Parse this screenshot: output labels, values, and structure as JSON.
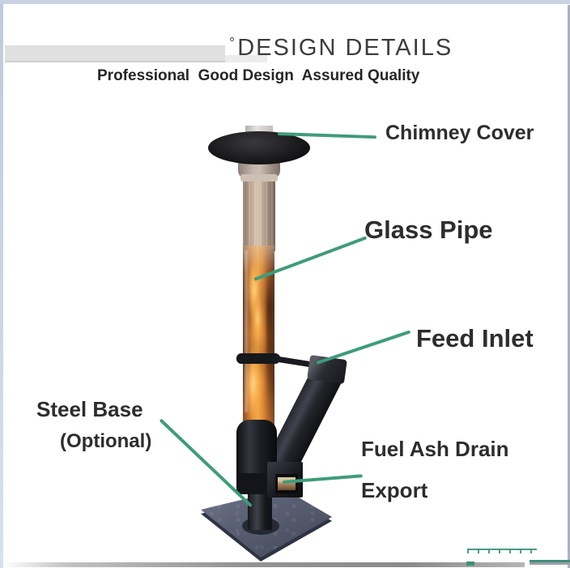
{
  "header": {
    "degree_mark": "°",
    "title": "DESIGN DETAILS",
    "subtitle": "Professional  Good Design  Assured Quality"
  },
  "annotations": {
    "chimney_cover": "Chimney Cover",
    "glass_pipe": "Glass Pipe",
    "feed_inlet": "Feed Inlet",
    "steel_base_line1": "Steel Base",
    "steel_base_line2": "(Optional)",
    "fuel_ash_drain_line1": "Fuel Ash Drain",
    "fuel_ash_drain_line2": "Export"
  },
  "colors": {
    "leader_line_green": "#3f9c7a",
    "label_text": "#2d2d2d",
    "frame_blue": "#c9d1e3",
    "flame_orange": "#f0a84a",
    "base_plate_slate": "#5a6073"
  }
}
